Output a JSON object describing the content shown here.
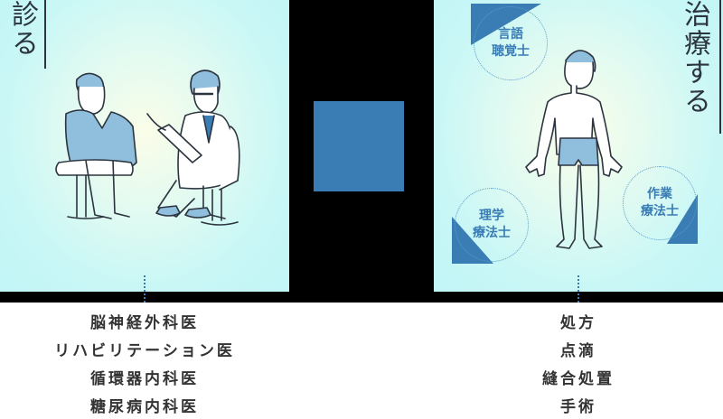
{
  "left_section": {
    "title": "診る",
    "illustration": "doctor-consultation-illustration",
    "items": [
      "脳神経外科医",
      "リハビリテーション医",
      "循環器内科医",
      "糖尿病内科医"
    ]
  },
  "right_section": {
    "title": "治療する",
    "illustration": "human-body-illustration",
    "badges": [
      {
        "line1": "言語",
        "line2": "聴覚士"
      },
      {
        "line1": "理学",
        "line2": "療法士"
      },
      {
        "line1": "作業",
        "line2": "療法士"
      }
    ],
    "items": [
      "処方",
      "点滴",
      "縫合処置",
      "手術"
    ]
  },
  "colors": {
    "accent": "#3a7db5",
    "panel_bg": "#c2f6f7",
    "text": "#333333",
    "title": "#2c3440"
  }
}
